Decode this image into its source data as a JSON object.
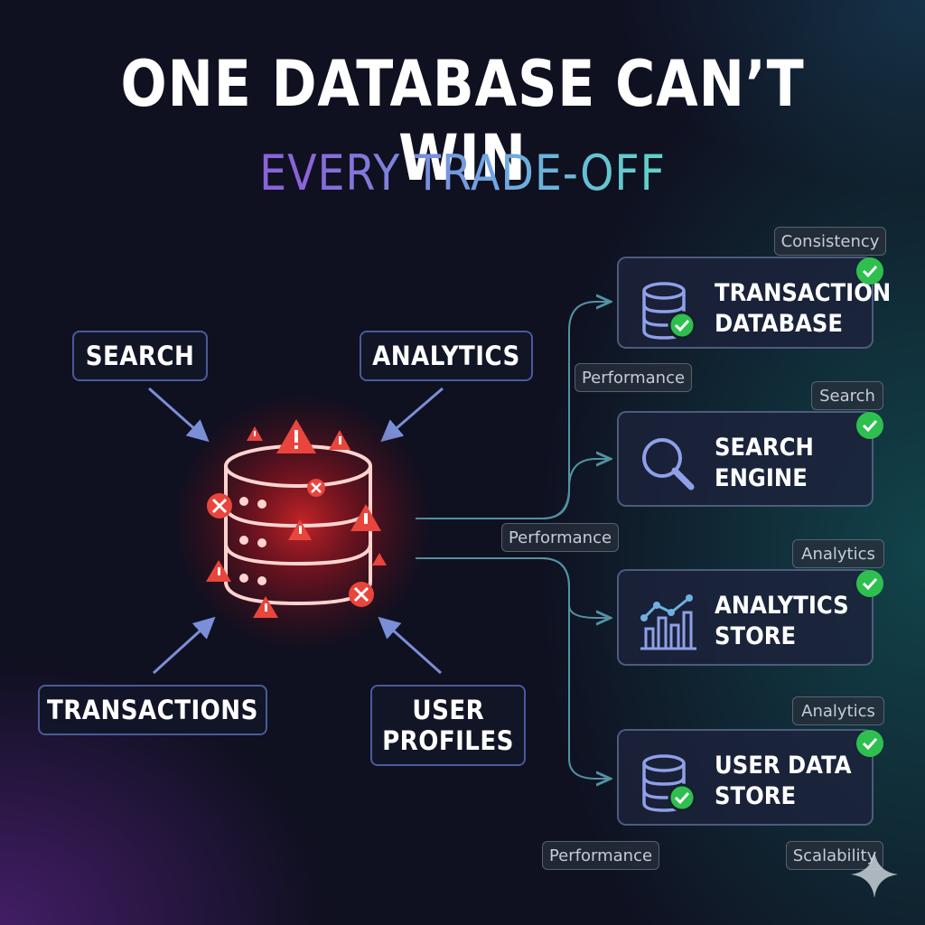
{
  "title": "ONE DATABASE CAN’T WIN",
  "subtitle": "EVERY TRADE-OFF",
  "workloads": {
    "search": "SEARCH",
    "analytics": "ANALYTICS",
    "transactions": "TRANSACTIONS",
    "user_profiles_line1": "USER",
    "user_profiles_line2": "PROFILES"
  },
  "stores": [
    {
      "line1": "TRANSACTION",
      "line2": "DATABASE",
      "tag": "Consistency",
      "icon": "database-check-icon"
    },
    {
      "line1": "SEARCH",
      "line2": "ENGINE",
      "tag": "Search",
      "icon": "magnifier-icon"
    },
    {
      "line1": "ANALYTICS",
      "line2": "STORE",
      "tag": "Analytics",
      "icon": "bar-line-chart-icon"
    },
    {
      "line1": "USER DATA",
      "line2": "STORE",
      "tag": "Analytics",
      "icon": "database-check-icon"
    }
  ],
  "edge_labels": {
    "performance_1": "Performance",
    "performance_2": "Performance",
    "performance_3": "Performance",
    "scalability": "Scalability"
  },
  "colors": {
    "error_red": "#e8453c",
    "check_green": "#2fbf4f",
    "pill_border": "#4a5a9a",
    "wire": "#5fa8b8"
  }
}
